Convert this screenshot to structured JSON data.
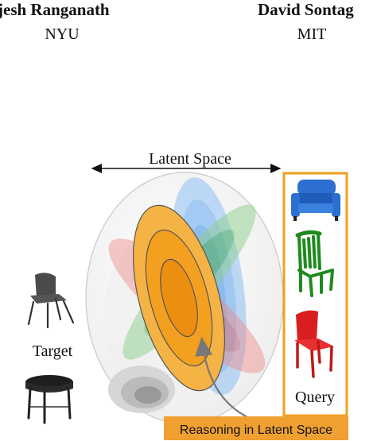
{
  "authors": [
    {
      "name": "jesh Ranganath",
      "affiliation": "NYU"
    },
    {
      "name": "David Sontag",
      "affiliation": "MIT"
    }
  ],
  "figure": {
    "latent_space_label": "Latent Space",
    "target_label": "Target",
    "query_label": "Query",
    "banner_label": "Reasoning in Latent Space",
    "colors": {
      "orange": "#f39c12",
      "orange_border": "#f0a020",
      "blue": "#4a9cf0",
      "green": "#4caf50",
      "red": "#ee5555",
      "banner_fill": "#f0a030"
    },
    "icons": [
      "blue-armchair-icon",
      "green-wooden-chair-icon",
      "red-plastic-chair-icon",
      "gray-chair-icon",
      "dark-round-table-icon"
    ]
  }
}
